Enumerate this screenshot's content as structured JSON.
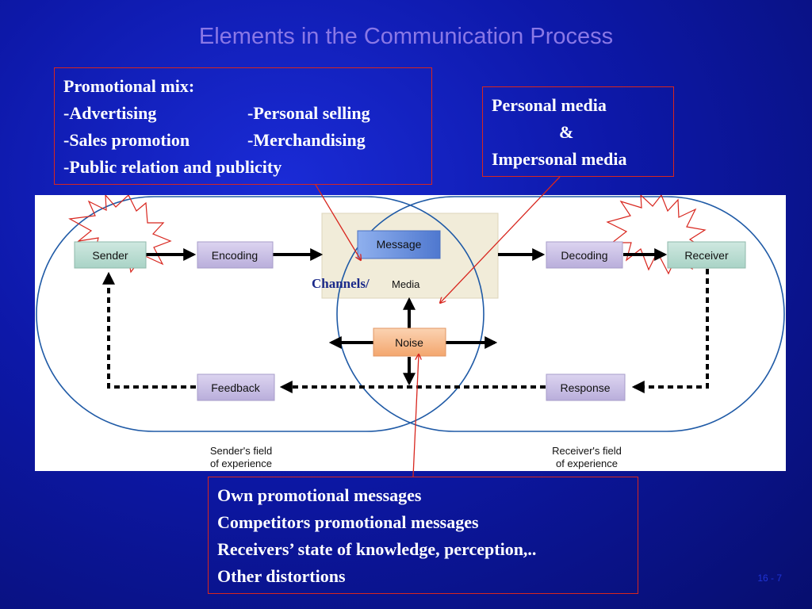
{
  "slide": {
    "title": "Elements in the Communication Process",
    "slide_number": "16 - 7"
  },
  "promotional_box": {
    "heading": "Promotional mix:",
    "rows": [
      [
        "-Advertising",
        "-Personal selling"
      ],
      [
        "-Sales promotion",
        "-Merchandising"
      ],
      [
        "-Public relation and publicity",
        ""
      ]
    ]
  },
  "media_box": {
    "line1": "Personal media",
    "line2": "&",
    "line3": "Impersonal media"
  },
  "noise_box": {
    "lines": [
      "Own promotional messages",
      "Competitors promotional messages",
      "Receivers’ state of knowledge, perception,..",
      "Other distortions"
    ]
  },
  "diagram": {
    "nodes": {
      "sender": "Sender",
      "encoding": "Encoding",
      "message": "Message",
      "decoding": "Decoding",
      "receiver": "Receiver",
      "noise": "Noise",
      "feedback": "Feedback",
      "response": "Response"
    },
    "channels_label": "Channels/",
    "media_label": "Media",
    "sender_field_line1": "Sender's field",
    "sender_field_line2": "of experience",
    "receiver_field_line1": "Receiver's field",
    "receiver_field_line2": "of experience"
  },
  "colors": {
    "arrow_red": "#d8261e",
    "node_lavender": "#c7bde4",
    "message_blue": "#6a8fd8",
    "noise_orange": "#f6b98a",
    "ellipse_blue": "#1f5aa6",
    "channel_panel": "#f1ecd9"
  }
}
